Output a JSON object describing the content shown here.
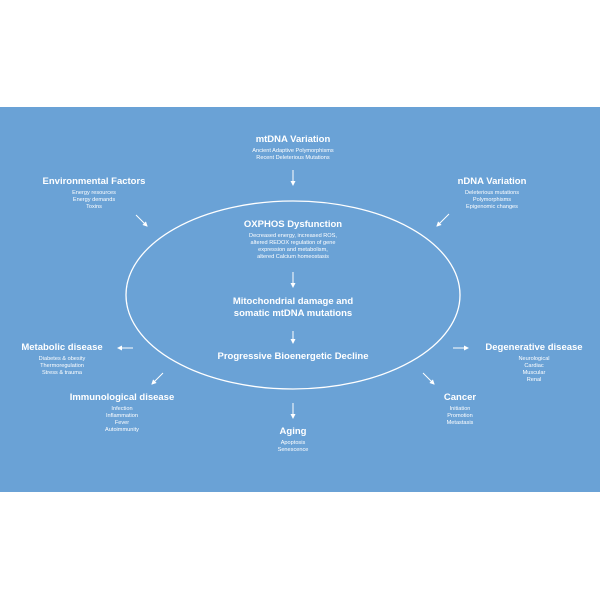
{
  "colors": {
    "panel_background": "#6aa2d6",
    "page_background": "#ffffff",
    "foreground": "#ffffff"
  },
  "center": {
    "oxphos": {
      "title": "OXPHOS Dysfunction",
      "lines": [
        "Decreased energy, increased ROS,",
        "altered REDOX regulation of gene",
        "expression and metabolism,",
        "altered Calcium homeostasis"
      ]
    },
    "damage": {
      "title_lines": [
        "Mitochondrial damage and",
        "somatic mtDNA mutations"
      ]
    },
    "decline": {
      "title": "Progressive Bioenergetic Decline"
    }
  },
  "nodes": {
    "mtdna": {
      "title": "mtDNA Variation",
      "lines": [
        "Ancient Adaptive Polymorphisms",
        "Recent Deleterious Mutations"
      ]
    },
    "environmental": {
      "title": "Environmental Factors",
      "lines": [
        "Energy resources",
        "Energy demands",
        "Toxins"
      ]
    },
    "ndna": {
      "title": "nDNA Variation",
      "lines": [
        "Deleterious mutations",
        "Polymorphisms",
        "Epigenomic changes"
      ]
    },
    "metabolic": {
      "title": "Metabolic disease",
      "lines": [
        "Diabetes & obesity",
        "Thermoregulation",
        "Stress & trauma"
      ]
    },
    "degenerative": {
      "title": "Degenerative disease",
      "lines": [
        "Neurological",
        "Cardiac",
        "Muscular",
        "Renal"
      ]
    },
    "immunological": {
      "title": "Immunological disease",
      "lines": [
        "Infection",
        "Inflammation",
        "Fever",
        "Autoimmunity"
      ]
    },
    "cancer": {
      "title": "Cancer",
      "lines": [
        "Initiation",
        "Promotion",
        "Metastasis"
      ]
    },
    "aging": {
      "title": "Aging",
      "lines": [
        "Apoptosis",
        "Senescence"
      ]
    }
  }
}
